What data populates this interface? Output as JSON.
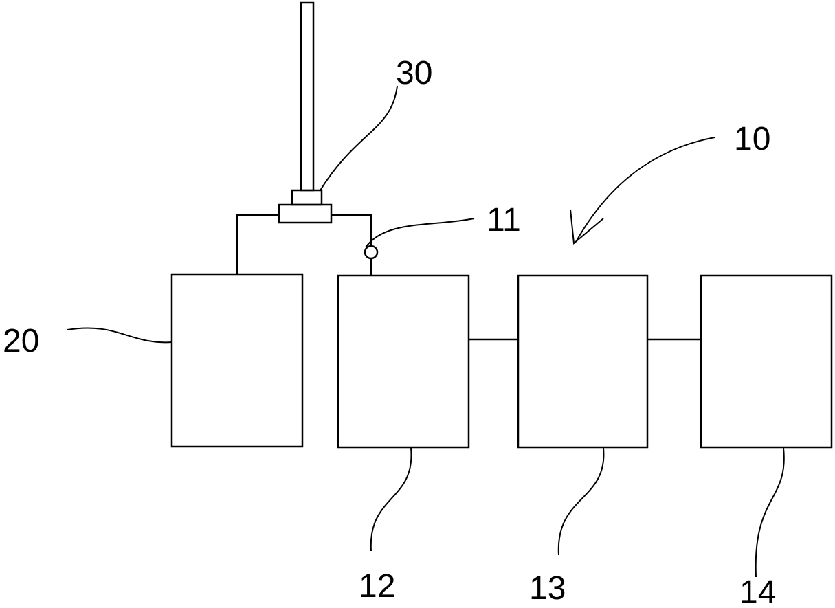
{
  "diagram": {
    "labels": {
      "ref_20": "20",
      "ref_30": "30",
      "ref_11": "11",
      "ref_10": "10",
      "ref_12": "12",
      "ref_13": "13",
      "ref_14": "14"
    },
    "colors": {
      "stroke": "#000000",
      "background": "#ffffff"
    }
  }
}
